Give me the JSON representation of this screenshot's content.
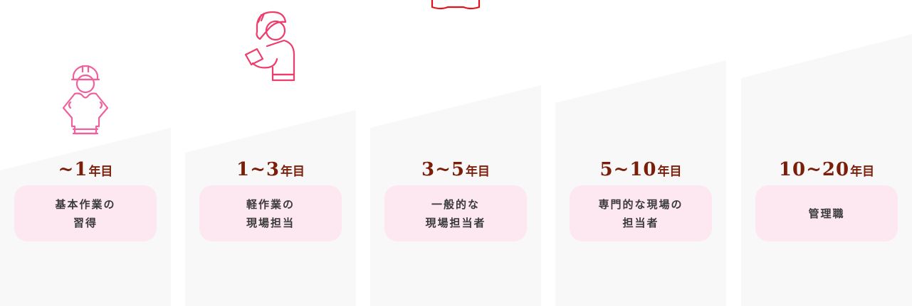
{
  "colors": {
    "card_bg": "#f8f8f8",
    "pill_bg": "#fde8f1",
    "year_text": "#7a1e0a",
    "pill_text": "#3a3a3a",
    "icon_stage_1": "#f0609c",
    "icon_stage_2": "#ee3d6a",
    "icon_stage_3": "#e0141e",
    "icon_stage_4": "#b01820",
    "icon_stage_5": "#7a1e0a"
  },
  "stages": [
    {
      "icon": "worker-hands-on-hips-icon",
      "year_num": "~1",
      "year_unit": "年目",
      "role": "基本作業の\n習得"
    },
    {
      "icon": "worker-holding-document-icon",
      "year_num": "1~3",
      "year_unit": "年目",
      "role": "軽作業の\n現場担当"
    },
    {
      "icon": "worker-reading-blueprint-icon",
      "year_num": "3~5",
      "year_unit": "年目",
      "role": "一般的な\n現場担当者"
    },
    {
      "icon": "worker-with-solar-panel-icon",
      "year_num": "5~10",
      "year_unit": "年目",
      "role": "専門的な現場の\n担当者"
    },
    {
      "icon": "worker-with-laptop-raising-hand-icon",
      "year_num": "10~20",
      "year_unit": "年目",
      "role": "管理職"
    }
  ]
}
